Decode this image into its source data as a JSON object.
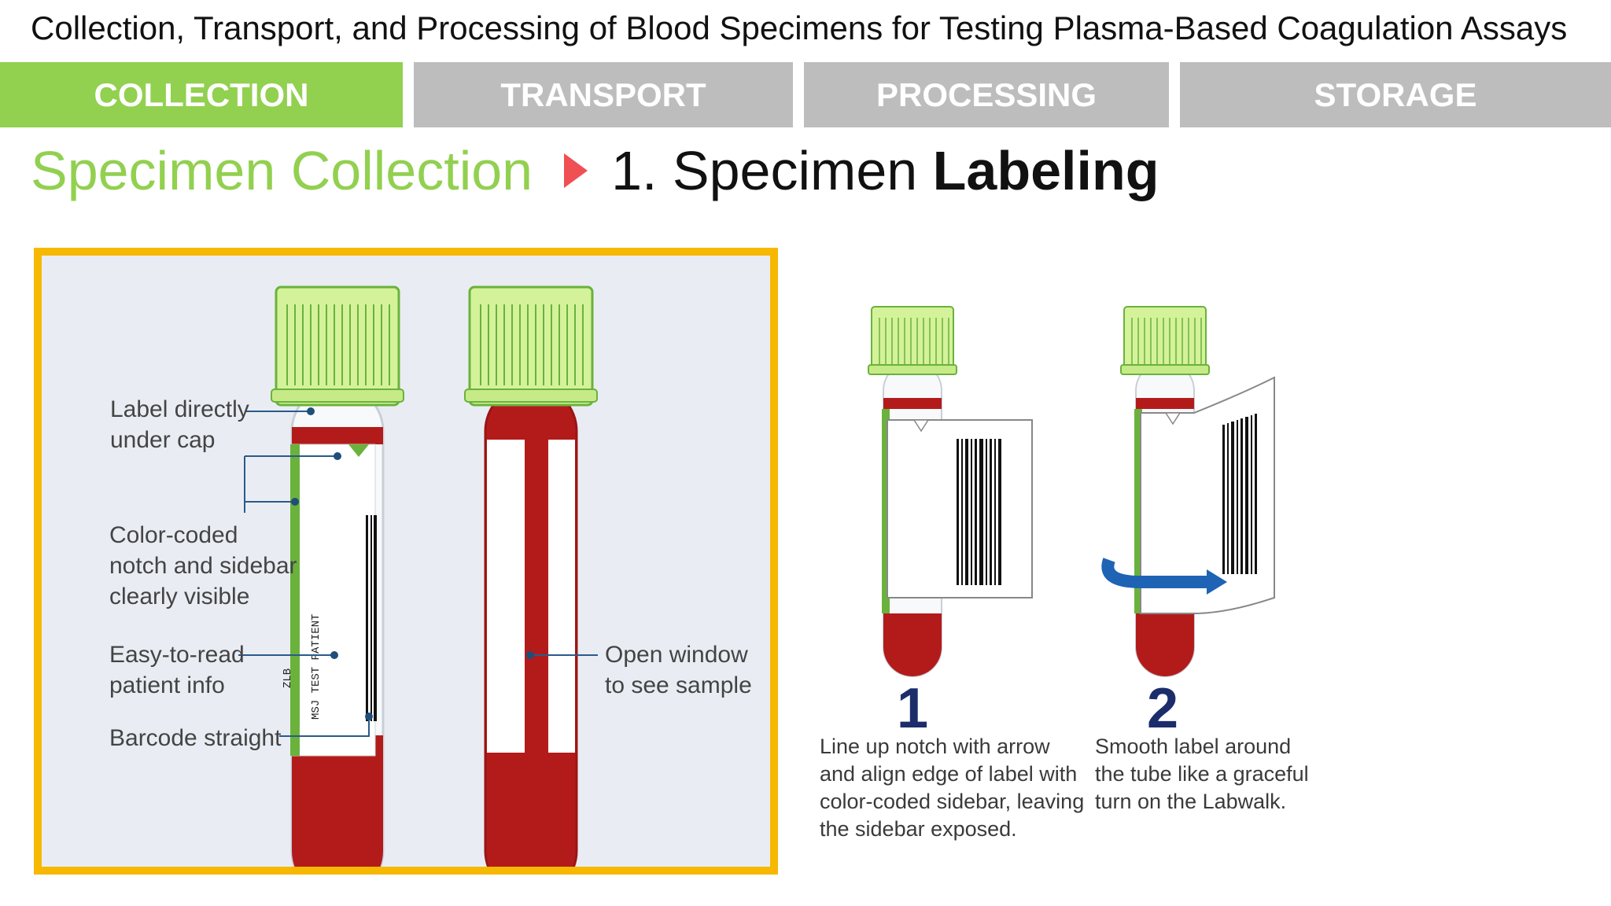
{
  "doc_title": "Collection, Transport, and Processing of Blood Specimens for Testing Plasma-Based Coagulation Assays",
  "tabs": [
    {
      "label": "COLLECTION",
      "active": true
    },
    {
      "label": "TRANSPORT",
      "active": false
    },
    {
      "label": "PROCESSING",
      "active": false
    },
    {
      "label": "STORAGE",
      "active": false
    }
  ],
  "heading": {
    "section": "Specimen Collection",
    "step_prefix": "1. Specimen ",
    "step_title": "Labeling"
  },
  "figure_left": {
    "callouts": {
      "label_under_cap": [
        "Label directly",
        "under cap"
      ],
      "color_coded": [
        "Color-coded",
        "notch and sidebar",
        "clearly visible"
      ],
      "easy_read": [
        "Easy-to-read",
        "patient info"
      ],
      "barcode": [
        "Barcode straight"
      ],
      "open_window": [
        "Open window",
        "to see sample"
      ]
    },
    "label_text": [
      "MSJ TEST PATIENT",
      "ZLB"
    ]
  },
  "figure_right": {
    "steps": [
      {
        "number": "1",
        "caption": [
          "Line up notch with arrow",
          "and align edge of label with",
          "color-coded sidebar, leaving",
          "the sidebar exposed."
        ]
      },
      {
        "number": "2",
        "caption": [
          "Smooth label around",
          "the tube like a graceful",
          "turn on the Labwalk."
        ]
      }
    ]
  },
  "colors": {
    "accent_green": "#92d050",
    "tab_gray": "#bdbdbd",
    "arrow_red": "#f04f54",
    "frame_yellow": "#f6b800",
    "blood_red": "#b31b1b",
    "cap_green": "#d4f29a",
    "step_navy": "#1b2d6b",
    "rotate_arrow_blue": "#1f63b5"
  },
  "icons": {
    "heading_arrow": "triangle-right-icon",
    "rotate_arrow": "curved-arrow-icon"
  }
}
